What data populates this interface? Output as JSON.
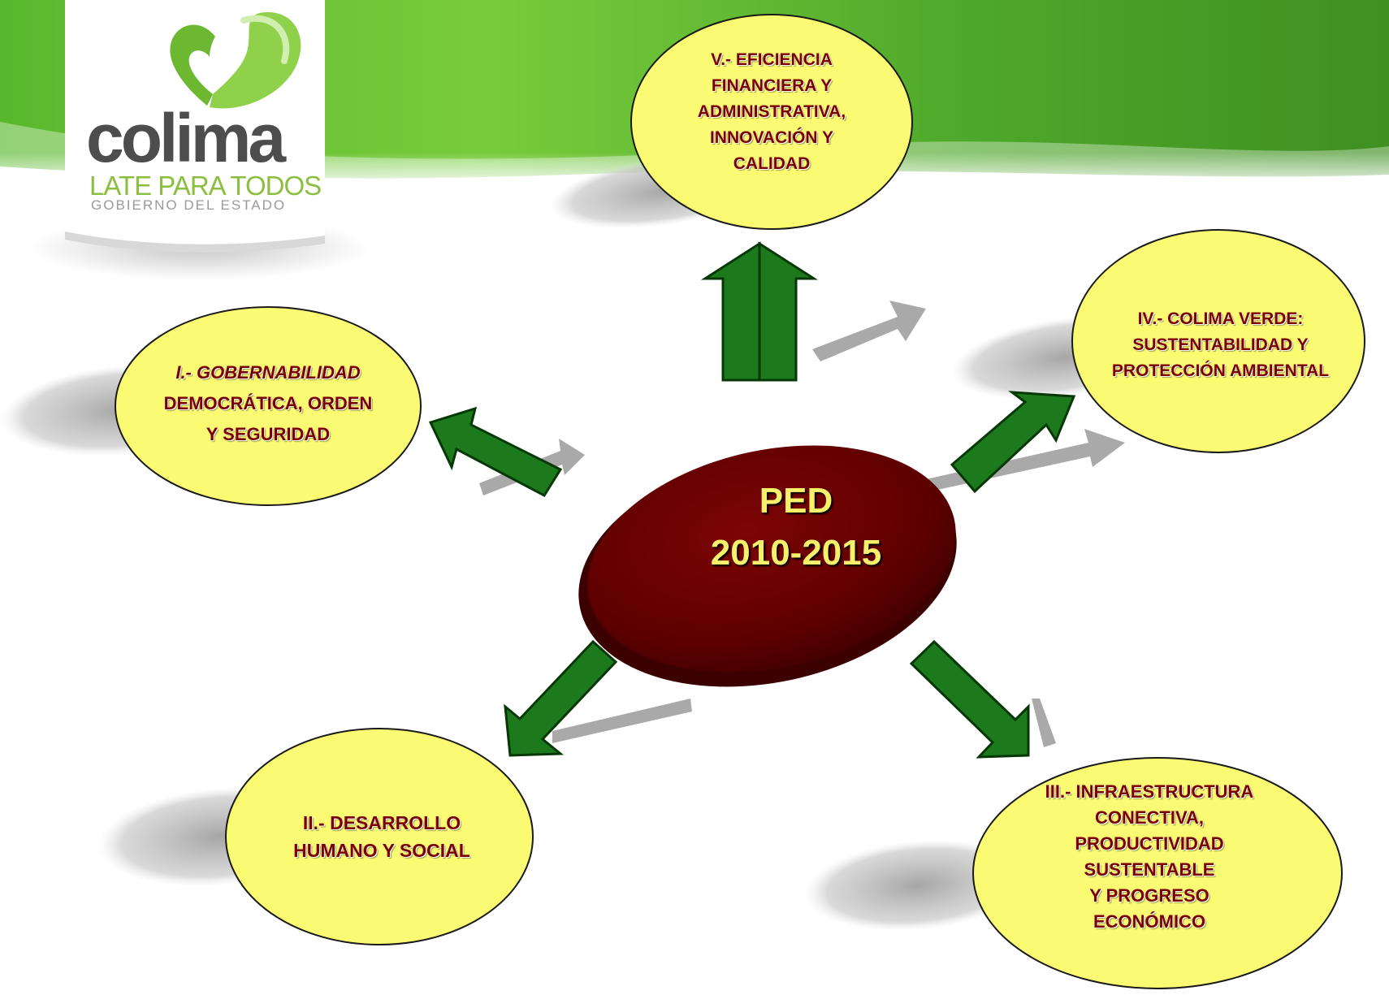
{
  "logo": {
    "word": "colima",
    "tagline": "LATE PARA TODOS",
    "subtitle": "GOBIERNO DEL ESTADO"
  },
  "center": {
    "line1": "PED",
    "line2": "2010-2015"
  },
  "axes": {
    "axis1": {
      "lines": [
        "I.- GOBERNABILIDAD",
        "DEMOCRÁTICA, ORDEN",
        "Y SEGURIDAD"
      ]
    },
    "axis2": {
      "lines": [
        "II.- DESARROLLO",
        "HUMANO Y SOCIAL"
      ]
    },
    "axis3": {
      "lines": [
        "III.- INFRAESTRUCTURA",
        "CONECTIVA,",
        "PRODUCTIVIDAD",
        "SUSTENTABLE",
        "Y PROGRESO",
        "ECONÓMICO"
      ]
    },
    "axis4": {
      "lines": [
        "IV.- COLIMA VERDE:",
        "SUSTENTABILIDAD Y",
        "PROTECCIÓN AMBIENTAL"
      ]
    },
    "axis5": {
      "lines": [
        "V.- EFICIENCIA",
        "FINANCIERA Y",
        "ADMINISTRATIVA,",
        "INNOVACIÓN Y",
        "CALIDAD"
      ]
    }
  },
  "colors": {
    "ellipse_fill": "#fbfb73",
    "ellipse_text": "#7a0000",
    "center_fill": "#6e0000",
    "center_text": "#f6f06a",
    "arrow_fill": "#1c7a1c",
    "banner_green": "#6cc43a"
  }
}
